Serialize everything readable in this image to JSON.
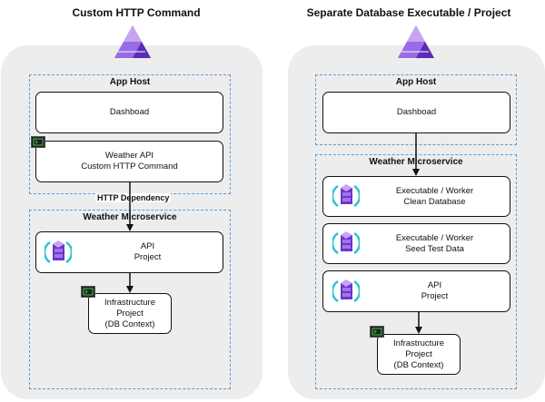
{
  "left": {
    "title": "Custom HTTP Command",
    "app_host": {
      "label": "App Host",
      "dashboard": "Dashboad",
      "api_line1": "Weather API",
      "api_line2": "Custom HTTP Command"
    },
    "edge_label": "HTTP Dependency",
    "microservice": {
      "label": "Weather Microservice",
      "api_line1": "API",
      "api_line2": "Project",
      "infra_line1": "Infrastructure",
      "infra_line2": "Project",
      "infra_line3": "(DB Context)"
    }
  },
  "right": {
    "title": "Separate Database Executable / Project",
    "app_host": {
      "label": "App Host",
      "dashboard": "Dashboad"
    },
    "microservice": {
      "label": "Weather Microservice",
      "worker1_line1": "Executable / Worker",
      "worker1_line2": "Clean Database",
      "worker2_line1": "Executable / Worker",
      "worker2_line2": "Seed Test Data",
      "api_line1": "API",
      "api_line2": "Project",
      "infra_line1": "Infrastructure",
      "infra_line2": "Project",
      "infra_line3": "(DB Context)"
    }
  },
  "icons": {
    "aspire_logo": "aspire-triangle-icon",
    "project_icon": "dotnet-project-icon",
    "terminal_icon": "console-icon"
  },
  "colors": {
    "panel_bg": "#ededed",
    "group_border": "#5b9bd5",
    "purple_light": "#c7a4f2",
    "purple_dark": "#6b36c9",
    "teal": "#1ec3d6"
  }
}
